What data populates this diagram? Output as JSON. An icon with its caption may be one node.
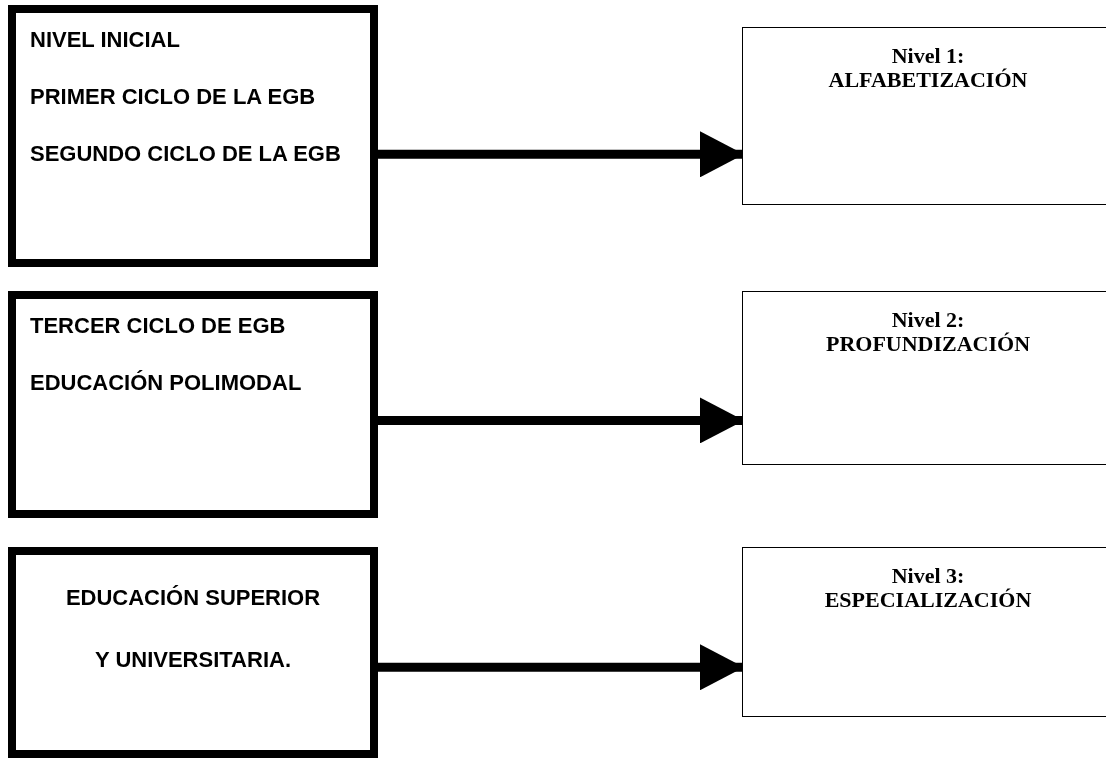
{
  "diagram": {
    "nodes": [
      {
        "text": [
          "NIVEL INICIAL",
          "PRIMER CICLO DE LA EGB",
          "SEGUNDO CICLO DE LA EGB"
        ]
      },
      {
        "text": [
          "Nivel 1:",
          "ALFABETIZACIÓN"
        ]
      },
      {
        "text": [
          "TERCER CICLO DE EGB",
          "EDUCACIÓN POLIMODAL"
        ]
      },
      {
        "text": [
          "Nivel 2:",
          "PROFUNDIZACIÓN"
        ]
      },
      {
        "text": [
          "EDUCACIÓN SUPERIOR",
          "Y UNIVERSITARIA."
        ]
      },
      {
        "text": [
          "Nivel 3:",
          "ESPECIALIZACIÓN"
        ]
      }
    ],
    "edges": [
      {
        "from": 0,
        "to": 1,
        "arrow": "to"
      },
      {
        "from": 2,
        "to": 3,
        "arrow": "to"
      },
      {
        "from": 4,
        "to": 5,
        "arrow": "to"
      }
    ]
  }
}
